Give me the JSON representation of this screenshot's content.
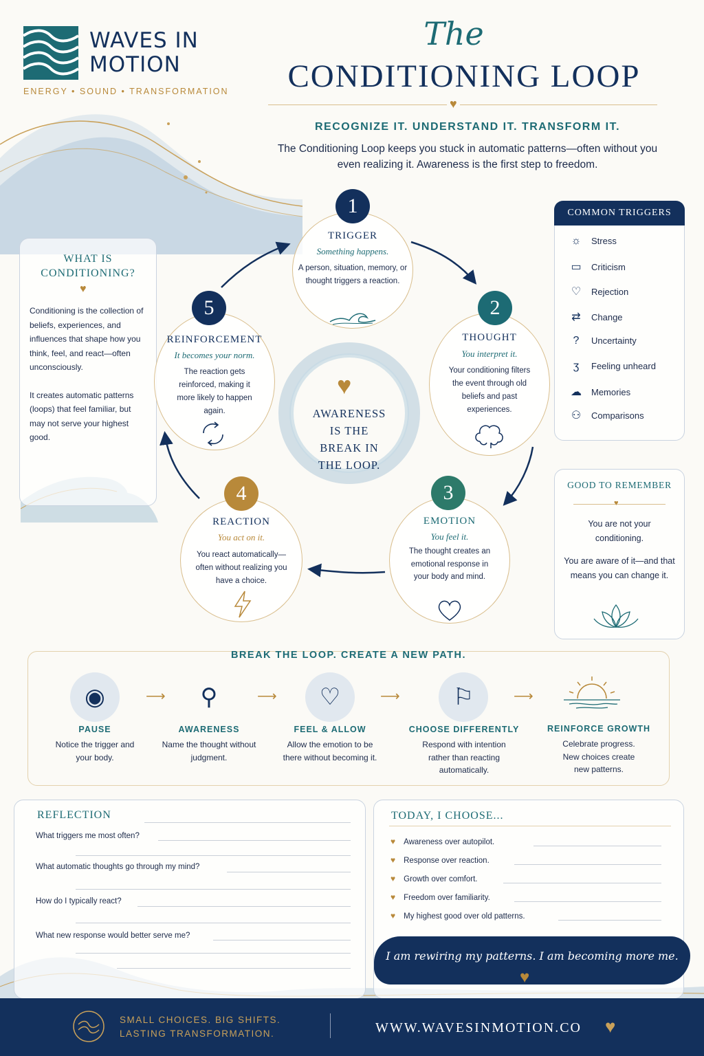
{
  "brand": {
    "name_line1": "WAVES IN",
    "name_line2": "MOTION",
    "tagline": "ENERGY • SOUND • TRANSFORMATION"
  },
  "header": {
    "title_script": "The",
    "title_main": "CONDITIONING LOOP",
    "subtitle": "RECOGNIZE IT. UNDERSTAND IT. TRANSFORM IT.",
    "intro": "The Conditioning Loop keeps you stuck in automatic patterns—often without you even realizing it. Awareness is the first step to freedom."
  },
  "what_is": {
    "title": "WHAT IS CONDITIONING?",
    "p1": "Conditioning is the collection of beliefs, experiences, and influences that shape how you think, feel, and react—often unconsciously.",
    "p2": "It creates automatic patterns (loops) that feel familiar, but may not serve your highest good."
  },
  "center": {
    "text": "AWARENESS IS THE BREAK IN THE LOOP."
  },
  "loop": [
    {
      "num": "1",
      "title": "TRIGGER",
      "sub": "Something happens.",
      "desc": "A person, situation, memory, or thought triggers a reaction.",
      "icon": "wave-icon",
      "color": "#13305c"
    },
    {
      "num": "2",
      "title": "THOUGHT",
      "sub": "You interpret it.",
      "desc": "Your conditioning filters the event through old beliefs and past experiences.",
      "icon": "brain-icon",
      "color": "#1d6b74"
    },
    {
      "num": "3",
      "title": "EMOTION",
      "sub": "You feel it.",
      "desc": "The thought creates an emotional response in your body and mind.",
      "icon": "heart-icon",
      "color": "#2d7a6a"
    },
    {
      "num": "4",
      "title": "REACTION",
      "sub": "You act on it.",
      "desc": "You react automatically—often without realizing you have a choice.",
      "icon": "lightning-icon",
      "color": "#b8893a"
    },
    {
      "num": "5",
      "title": "REINFORCEMENT",
      "sub": "It becomes your norm.",
      "desc": "The reaction gets reinforced, making it more likely to happen again.",
      "icon": "cycle-icon",
      "color": "#13305c"
    }
  ],
  "triggers": {
    "title": "COMMON TRIGGERS",
    "items": [
      {
        "label": "Stress",
        "icon": "sun-icon"
      },
      {
        "label": "Criticism",
        "icon": "speech-bubble-icon"
      },
      {
        "label": "Rejection",
        "icon": "broken-heart-icon"
      },
      {
        "label": "Change",
        "icon": "swap-arrows-icon"
      },
      {
        "label": "Uncertainty",
        "icon": "question-icon"
      },
      {
        "label": "Feeling unheard",
        "icon": "ear-icon"
      },
      {
        "label": "Memories",
        "icon": "brain-icon"
      },
      {
        "label": "Comparisons",
        "icon": "people-icon"
      }
    ]
  },
  "remember": {
    "title": "GOOD TO REMEMBER",
    "p1": "You are not your conditioning.",
    "p2": "You are aware of it—and that means you can change it."
  },
  "steps": {
    "title": "BREAK THE LOOP. CREATE A NEW PATH.",
    "items": [
      {
        "title": "PAUSE",
        "desc": "Notice the trigger and your body.",
        "icon": "eye-icon"
      },
      {
        "title": "AWARENESS",
        "desc": "Name the thought without judgment.",
        "icon": "magnifier-icon"
      },
      {
        "title": "FEEL & ALLOW",
        "desc": "Allow the emotion to be there without becoming it.",
        "icon": "heart-icon"
      },
      {
        "title": "CHOOSE DIFFERENTLY",
        "desc": "Respond with intention rather than reacting automatically.",
        "icon": "signpost-icon"
      },
      {
        "title": "REINFORCE GROWTH",
        "desc": "Celebrate progress. New choices create new patterns.",
        "icon": "sunrise-icon"
      }
    ]
  },
  "reflection": {
    "title": "REFLECTION",
    "questions": [
      "What triggers me most often?",
      "What automatic thoughts go through my mind?",
      "How do I typically react?",
      "What new response would better serve me?"
    ]
  },
  "today": {
    "title": "TODAY, I CHOOSE...",
    "items": [
      "Awareness over autopilot.",
      "Response over reaction.",
      "Growth over comfort.",
      "Freedom over familiarity.",
      "My highest good over old patterns."
    ]
  },
  "affirmation": "I am rewiring my patterns. I am becoming more me.",
  "footer": {
    "line1": "SMALL CHOICES. BIG SHIFTS.",
    "line2": "LASTING TRANSFORMATION.",
    "url": "WWW.WAVESINMOTION.CO"
  },
  "colors": {
    "navy": "#13305c",
    "teal": "#1d6b74",
    "gold": "#b8893a",
    "background": "#fbfaf6"
  }
}
